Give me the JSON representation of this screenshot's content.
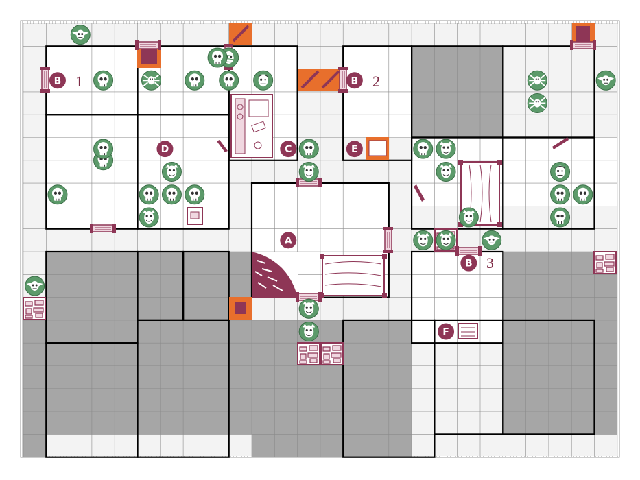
{
  "title": "",
  "grid": {
    "cols": 26,
    "rows": 19
  },
  "colors": {
    "corridor": "#f3f3f3",
    "room": "#ffffff",
    "solid": "#a6a6a6",
    "gridline": "#8a8a8a",
    "wall": "#000000",
    "marker": "#8e3656",
    "monster": "#5c9a6a",
    "monster_light": "#ffffff",
    "trap": "#e86f2c",
    "furniture": "#8e3656"
  },
  "room_labels": [
    {
      "id": "room-1",
      "text": "1"
    },
    {
      "id": "room-2",
      "text": "2"
    },
    {
      "id": "room-3",
      "text": "3"
    }
  ],
  "markers": [
    {
      "id": "marker-a",
      "letter": "A"
    },
    {
      "id": "marker-b1",
      "letter": "B"
    },
    {
      "id": "marker-b2",
      "letter": "B"
    },
    {
      "id": "marker-b3",
      "letter": "B"
    },
    {
      "id": "marker-c",
      "letter": "C"
    },
    {
      "id": "marker-d",
      "letter": "D"
    },
    {
      "id": "marker-e",
      "letter": "E"
    },
    {
      "id": "marker-f",
      "letter": "F"
    }
  ],
  "monsters": [
    {
      "kind": "goblin"
    },
    {
      "kind": "skeleton"
    },
    {
      "kind": "skeleton"
    },
    {
      "kind": "mummy"
    },
    {
      "kind": "skeleton"
    },
    {
      "kind": "spider"
    },
    {
      "kind": "zombie"
    },
    {
      "kind": "skeleton"
    },
    {
      "kind": "skeleton"
    },
    {
      "kind": "skeleton"
    },
    {
      "kind": "skeleton"
    },
    {
      "kind": "orc"
    },
    {
      "kind": "skeleton"
    },
    {
      "kind": "skeleton"
    },
    {
      "kind": "skeleton"
    },
    {
      "kind": "orc"
    },
    {
      "kind": "orc"
    },
    {
      "kind": "orc"
    },
    {
      "kind": "orc"
    },
    {
      "kind": "skeleton"
    },
    {
      "kind": "orc"
    },
    {
      "kind": "orc"
    },
    {
      "kind": "spider"
    },
    {
      "kind": "spider"
    },
    {
      "kind": "goblin"
    },
    {
      "kind": "orc"
    },
    {
      "kind": "orc"
    },
    {
      "kind": "zombie"
    },
    {
      "kind": "skeleton"
    },
    {
      "kind": "skeleton"
    },
    {
      "kind": "skeleton"
    },
    {
      "kind": "orc"
    },
    {
      "kind": "skeleton"
    },
    {
      "kind": "orc"
    },
    {
      "kind": "goblin"
    },
    {
      "kind": "goblin"
    },
    {
      "kind": "orc"
    },
    {
      "kind": "orc"
    }
  ]
}
